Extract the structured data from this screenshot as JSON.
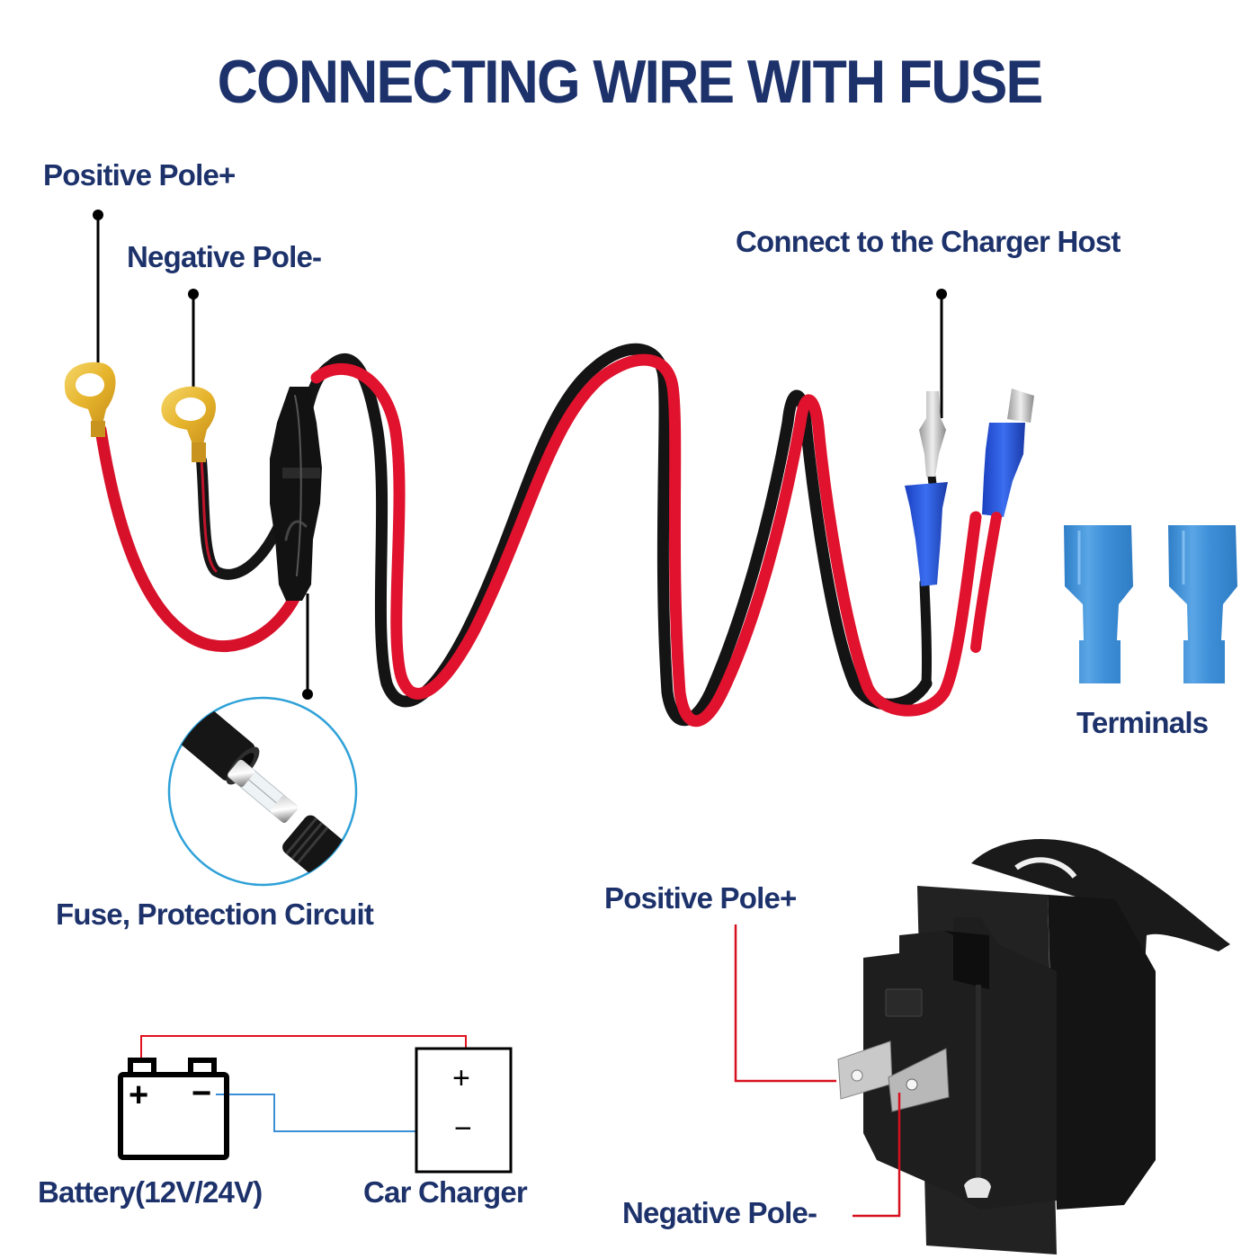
{
  "title": "CONNECTING WIRE WITH FUSE",
  "colors": {
    "heading": "#1d326b",
    "wire_red": "#e0122d",
    "wire_black": "#141414",
    "terminal_blue": "#3d8fd8",
    "ring_gold": "#e8b830",
    "fuse_circle": "#2ea1d8",
    "schematic_positive": "#e0121f",
    "schematic_negative": "#3a8fd6",
    "switch_body": "#1c1c1c"
  },
  "harness": {
    "positive_pole_label": "Positive Pole+",
    "negative_pole_label": "Negative Pole-",
    "charger_host_label": "Connect to the Charger Host",
    "fuse_label": "Fuse, Protection Circuit",
    "terminals_label": "Terminals"
  },
  "schematic": {
    "battery_label": "Battery(12V/24V)",
    "battery_plus": "+",
    "battery_minus": "−",
    "charger_label": "Car Charger",
    "charger_plus": "+",
    "charger_minus": "−"
  },
  "switch": {
    "positive_pole_label": "Positive Pole+",
    "negative_pole_label": "Negative Pole-"
  }
}
